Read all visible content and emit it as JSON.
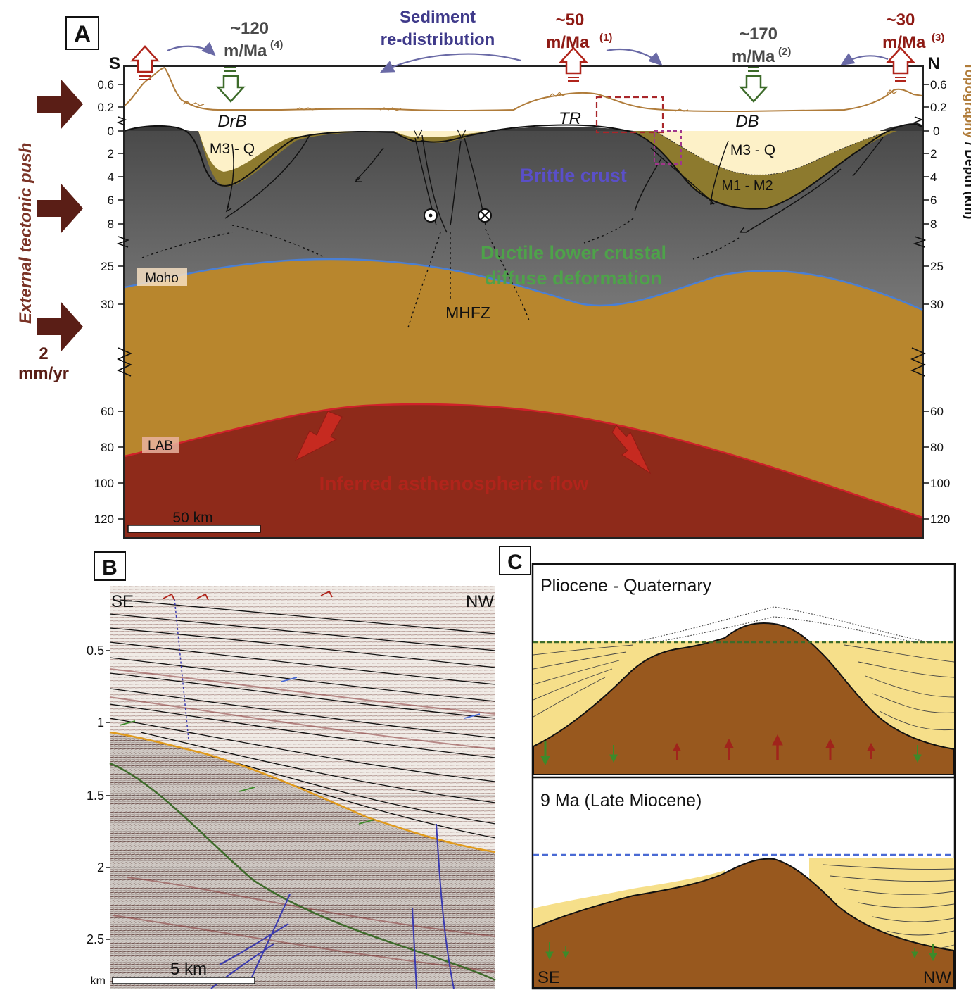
{
  "panelA": {
    "letter": "A",
    "side_label": "External tectonic push",
    "push_rate_value": "2",
    "push_rate_unit": "mm/yr",
    "south": "S",
    "north": "N",
    "sediment_label_1": "Sediment",
    "sediment_label_2": "re-distribution",
    "rate_120_value": "~120",
    "rate_120_unit": "m/Ma",
    "rate_120_ref": "(4)",
    "rate_50_value": "~50",
    "rate_50_unit": "m/Ma",
    "rate_50_ref": "(1)",
    "rate_170_value": "~170",
    "rate_170_unit": "m/Ma",
    "rate_170_ref": "(2)",
    "rate_30_value": "~30",
    "rate_30_unit": "m/Ma",
    "rate_30_ref": "(3)",
    "basin_drb": "DrB",
    "ridge_tr": "TR",
    "basin_db": "DB",
    "unit_m3q_left": "M3 - Q",
    "unit_m3q_right": "M3 - Q",
    "unit_m1m2": "M1 - M2",
    "brittle": "Brittle crust",
    "ductile_1": "Ductile lower crustal",
    "ductile_2": "diffuse deformation",
    "moho": "Moho",
    "mhfz": "MHFZ",
    "lab": "LAB",
    "astheno": "Inferred asthenospheric flow",
    "scale_bar": "50 km",
    "right_axis_topo": "Topography",
    "right_axis_sep": " / ",
    "right_axis_depth": "Depth (km)",
    "topo_ticks": [
      "0.6",
      "0.2"
    ],
    "depth_ticks": [
      "0",
      "2",
      "4",
      "6",
      "8",
      "25",
      "30",
      "60",
      "80",
      "100",
      "120"
    ]
  },
  "panelB": {
    "letter": "B",
    "left": "SE",
    "right": "NW",
    "ticks": [
      "0.5",
      "1",
      "1.5",
      "2",
      "2.5"
    ],
    "axis_unit": "km",
    "scale_bar": "5 km"
  },
  "panelC": {
    "letter": "C",
    "top_title": "Pliocene - Quaternary",
    "bottom_title": "9 Ma (Late Miocene)",
    "left": "SE",
    "right": "NW"
  },
  "colors": {
    "crust": "#5e5e5e",
    "mantle": "#b8862d",
    "asthenosphere": "#8e2a1a",
    "sediment_young": "#fdf1c8",
    "sediment_old": "#8d7a2e",
    "topography": "#b07c3a",
    "moho_line": "#4a7fd4",
    "lab_line": "#d0202a",
    "push_arrow": "#5a1e16",
    "uplift": "#b0241b",
    "subsidence": "#3d6b2a",
    "brittle_text": "#5a4fc8",
    "ductile_text": "#4ea24a",
    "sediment_text": "#3f3a8a",
    "basement_c": "#98581e",
    "sediment_c": "#f6df8a"
  }
}
